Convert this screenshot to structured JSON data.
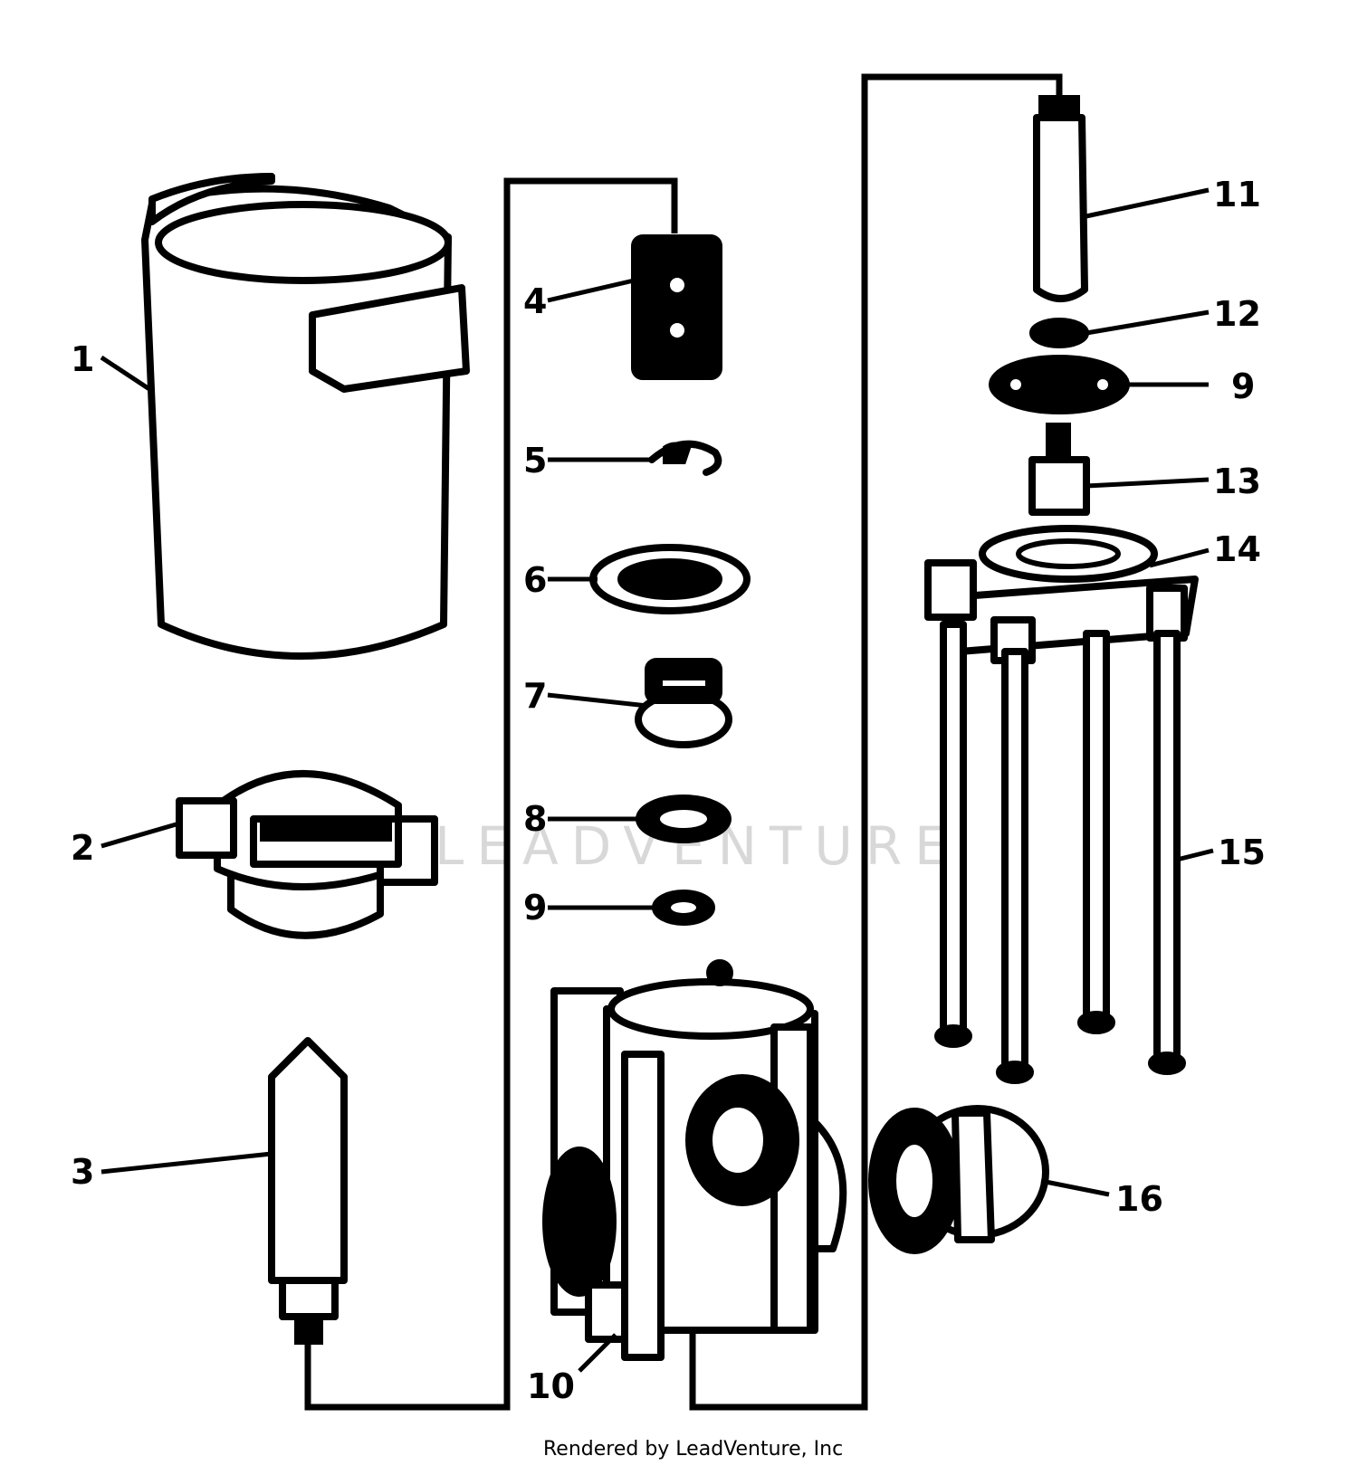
{
  "diagram": {
    "callouts": [
      "1",
      "2",
      "3",
      "4",
      "5",
      "6",
      "7",
      "8",
      "9",
      "10",
      "11",
      "12",
      "9",
      "13",
      "14",
      "15",
      "16"
    ],
    "watermark": "LEADVENTURE",
    "credit": "Rendered by LeadVenture, Inc"
  }
}
